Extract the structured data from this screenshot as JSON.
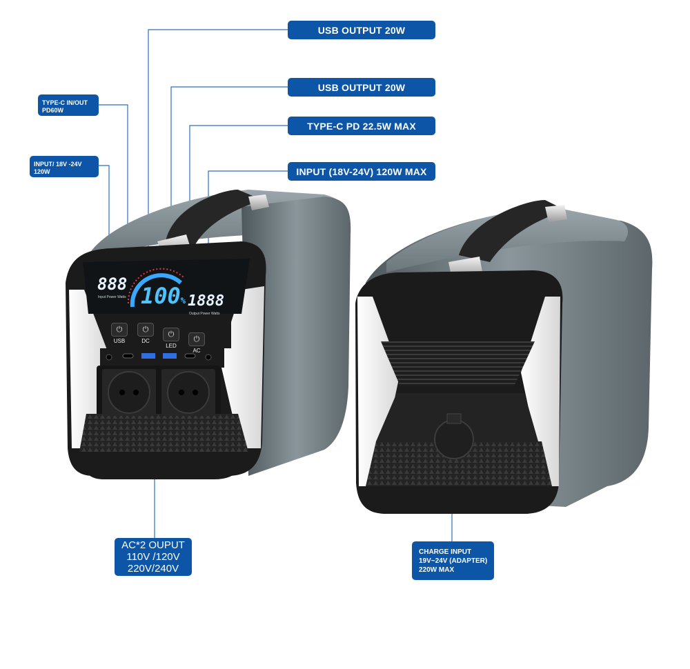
{
  "callouts": {
    "usb_output_1": "USB OUTPUT 20W",
    "usb_output_2": "USB OUTPUT 20W",
    "type_c_pd": "TYPE-C PD 22.5W MAX",
    "input_120w": "INPUT (18V-24V) 120W MAX",
    "type_c_inout": [
      "TYPE-C IN/OUT",
      "PD60W"
    ],
    "input_18v": [
      "INPUT/ 18V -24V",
      "120W"
    ],
    "ac_output": [
      "AC*2 OUPUT",
      "110V /120V",
      "220V/240V"
    ],
    "charge_input": [
      "CHARGE INPUT",
      "19V~24V (ADAPTER)",
      "220W MAX"
    ]
  },
  "device": {
    "display": {
      "left_value": "888",
      "left_label": "Input Power Watts",
      "battery_percent": "100",
      "percent_sign": "%",
      "right_value": "1888",
      "right_label": "Output Power Watts"
    },
    "buttons": [
      "USB",
      "DC",
      "LED",
      "AC"
    ],
    "button_icon": "power-icon"
  },
  "colors": {
    "callout": "#0d55a6",
    "body": "#6f7b80",
    "panel": "#1c1c1c",
    "display_cyan": "#4fc3ff"
  }
}
